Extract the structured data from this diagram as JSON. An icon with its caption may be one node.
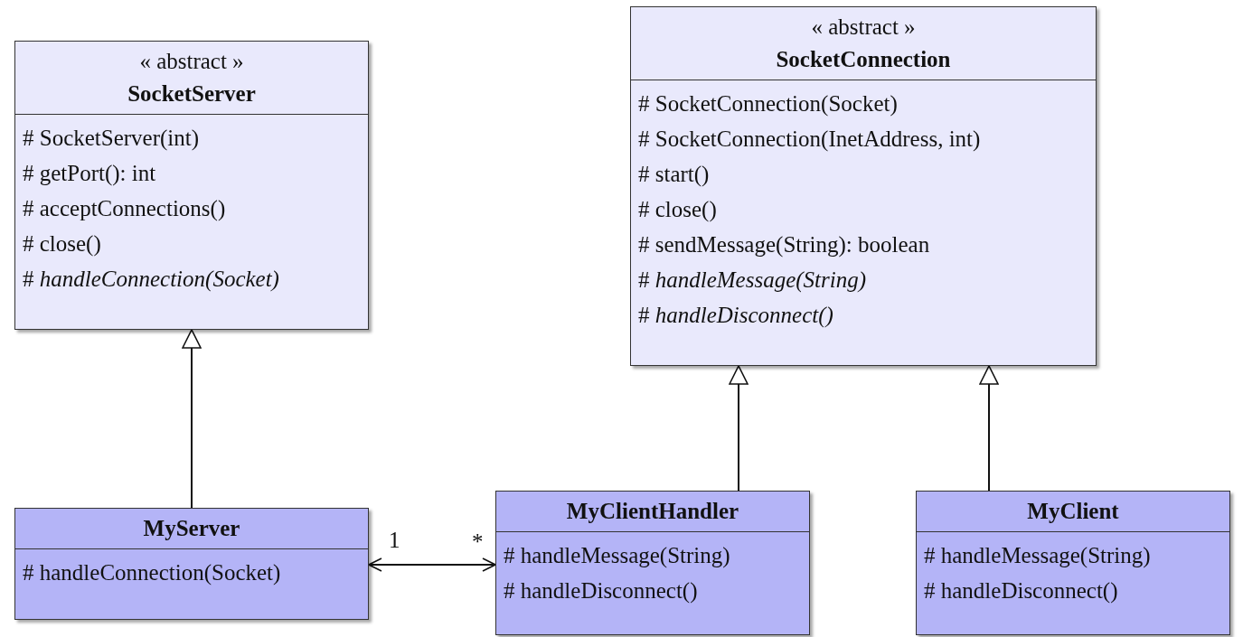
{
  "diagram": {
    "nodes": [
      {
        "text": [
          "« abstract »",
          "SocketServer",
          "# SocketServer(int)",
          "# getPort(): int",
          "# acceptConnections()",
          "# close()",
          "# *handleConnection(Socket)*"
        ]
      },
      {
        "text": [
          "« abstract »",
          "SocketConnection",
          "# SocketConnection(Socket)",
          "# SocketConnection(InetAddress, int)",
          "# start()",
          "# close()",
          "# sendMessage(String): boolean",
          "# *handleMessage(String)*",
          "# *handleDisconnect()*"
        ]
      },
      {
        "text": [
          "MyServer",
          "# handleConnection(Socket)"
        ]
      },
      {
        "text": [
          "MyClientHandler",
          "# handleMessage(String)",
          "# handleDisconnect()"
        ]
      },
      {
        "text": [
          "MyClient",
          "# handleMessage(String)",
          "# handleDisconnect()"
        ]
      }
    ],
    "edges": [
      {
        "from": 2,
        "to": 0,
        "arrow": "to"
      },
      {
        "from": 3,
        "to": 1,
        "arrow": "to"
      },
      {
        "from": 4,
        "to": 1,
        "arrow": "to"
      },
      {
        "from": 2,
        "to": 3,
        "arrow": "both"
      }
    ],
    "labels": [
      "1",
      "*"
    ]
  }
}
